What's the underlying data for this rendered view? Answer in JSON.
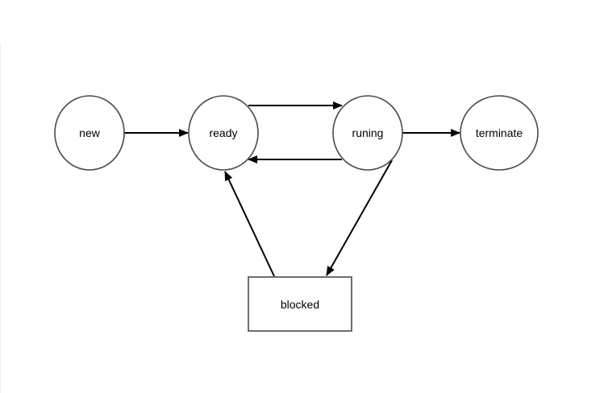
{
  "diagram": {
    "nodes": {
      "new": {
        "label": "new",
        "shape": "ellipse"
      },
      "ready": {
        "label": "ready",
        "shape": "ellipse"
      },
      "runing": {
        "label": "runing",
        "shape": "ellipse"
      },
      "terminate": {
        "label": "terminate",
        "shape": "ellipse"
      },
      "blocked": {
        "label": "blocked",
        "shape": "rectangle"
      }
    },
    "edges": [
      {
        "from": "new",
        "to": "ready"
      },
      {
        "from": "ready",
        "to": "runing"
      },
      {
        "from": "runing",
        "to": "ready"
      },
      {
        "from": "runing",
        "to": "terminate"
      },
      {
        "from": "runing",
        "to": "blocked"
      },
      {
        "from": "blocked",
        "to": "ready"
      }
    ],
    "colors": {
      "node_stroke": "#4a4a4a",
      "edge": "#000000",
      "background": "#ffffff"
    }
  }
}
